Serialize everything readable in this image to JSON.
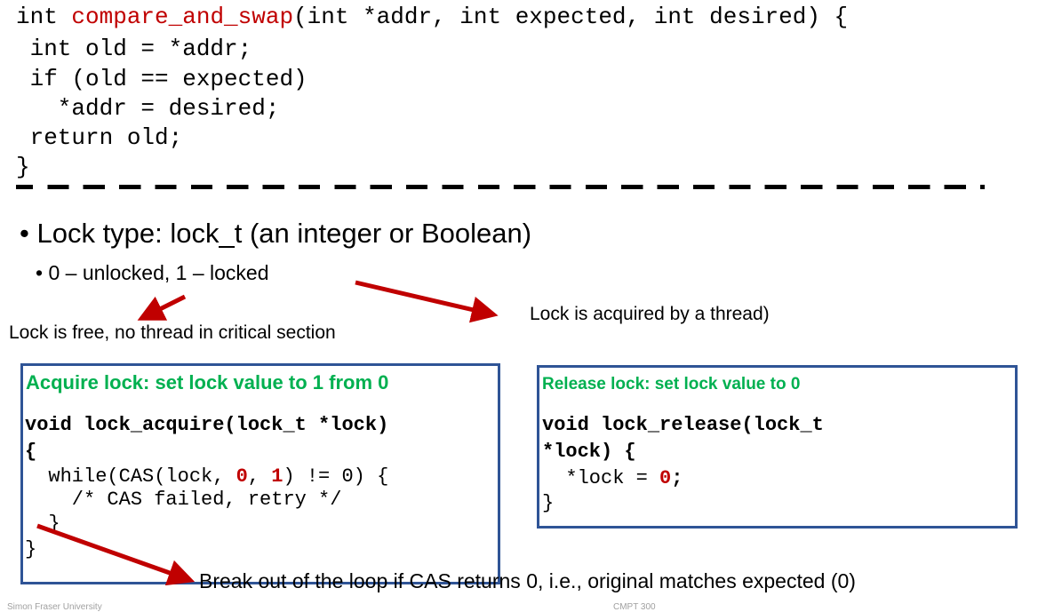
{
  "cas_code": {
    "line1_pre": "int ",
    "line1_fn": "compare_and_swap",
    "line1_post": "(int *addr, int expected, int desired) {",
    "line2": " int old = *addr;",
    "line3": " if (old == expected)",
    "line4": "   *addr = desired;",
    "line5": " return old;",
    "line6": "}"
  },
  "bullets": {
    "lock_type": "Lock type: lock_t (an integer or Boolean)",
    "values": "0 – unlocked, 1 – locked"
  },
  "annotations": {
    "free": "Lock is free, no thread in critical section",
    "acquired": "Lock is acquired by a thread)",
    "break_out": "Break out of the loop if CAS returns 0, i.e., original matches expected (0)"
  },
  "acquire_box": {
    "title": "Acquire lock: set lock value to 1 from 0",
    "sig": "void lock_acquire(lock_t *lock)",
    "brace_open": "{",
    "while_pre": "  while(CAS(lock, ",
    "arg0": "0",
    "comma": ", ",
    "arg1": "1",
    "while_post": ") != 0) {",
    "comment": "    /* CAS failed, retry */",
    "inner_close": "  }",
    "brace_close": "}"
  },
  "release_box": {
    "title": "Release lock: set lock value to 0",
    "sig1": "void lock_release(lock_t",
    "sig2": "*lock) {",
    "assign_pre": "  *lock = ",
    "assign_val": "0",
    "semicolon": ";",
    "brace_close": "}"
  },
  "footer": {
    "left": "Simon Fraser University",
    "right": "CMPT 300"
  },
  "colors": {
    "red": "#c00000",
    "green": "#00b050",
    "box_border": "#2f5496"
  }
}
